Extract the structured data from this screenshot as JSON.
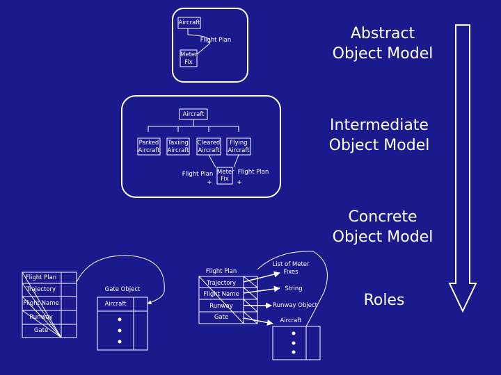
{
  "abstract": {
    "aircraft": "Aircraft",
    "flight_plan": "Flight Plan",
    "meter_fix_1": "Meter",
    "meter_fix_2": "Fix",
    "title_1": "Abstract",
    "title_2": "Object Model"
  },
  "intermediate": {
    "aircraft": "Aircraft",
    "parked_1": "Parked",
    "parked_2": "Aircraft",
    "taxiing_1": "Taxiing",
    "taxiing_2": "Aircraft",
    "cleared_1": "Cleared",
    "cleared_2": "Aircraft",
    "flying_1": "Flying",
    "flying_2": "Aircraft",
    "flight_plan_left": "Flight Plan",
    "meter_fix_1": "Meter",
    "meter_fix_2": "Fix",
    "flight_plan_right": "Flight Plan",
    "plus_left": "+",
    "plus_right": "+",
    "title_1": "Intermediate",
    "title_2": "Object Model"
  },
  "concrete": {
    "title_1": "Concrete",
    "title_2": "Object Model",
    "left_table": [
      "Flight Plan",
      "Trajectory",
      "Flight Name",
      "Runway",
      "Gate"
    ],
    "gate_object": "Gate Object",
    "aircraft": "Aircraft",
    "mid_table": [
      "Flight Plan",
      "Trajectory",
      "Flight Name",
      "Runway",
      "Gate"
    ],
    "list_meter_1": "List of Meter",
    "list_meter_2": "Fixes",
    "string": "String",
    "runway_object": "Runway Object",
    "aircraft_right": "Aircraft"
  },
  "roles": "Roles",
  "colors": {
    "background": "#1a1a8c",
    "line": "#ffffff"
  }
}
